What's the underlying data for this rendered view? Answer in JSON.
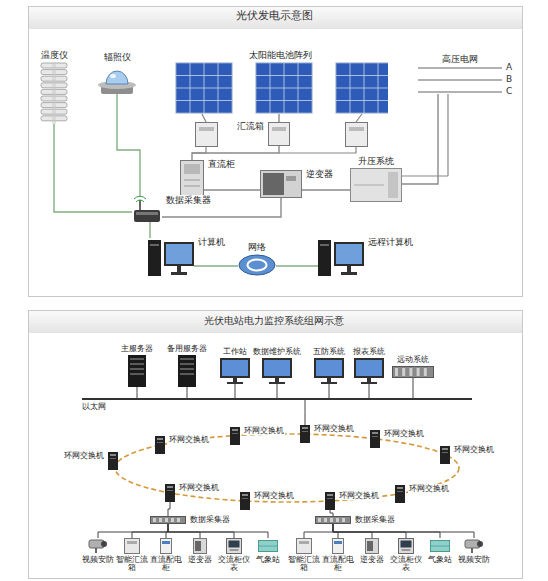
{
  "diagram": {
    "title": "光伏发电示意图",
    "nodes": [
      {
        "text": [
          "温度仪"
        ]
      },
      {
        "text": [
          "辐照仪"
        ]
      },
      {
        "text": [
          "太阳能电池阵列"
        ]
      },
      {
        "text": [
          "汇流箱"
        ]
      },
      {
        "text": [
          "直流柜"
        ]
      },
      {
        "text": [
          "逆变器"
        ]
      },
      {
        "text": [
          "升压系统"
        ]
      },
      {
        "text": [
          "高压电网"
        ]
      },
      {
        "text": [
          "数据采集器"
        ]
      },
      {
        "text": [
          "计算机"
        ]
      },
      {
        "text": [
          "网络"
        ]
      },
      {
        "text": [
          "远程计算机"
        ]
      },
      {
        "text": [
          "主服务器"
        ]
      },
      {
        "text": [
          "备用服务器"
        ]
      },
      {
        "text": [
          "工作站"
        ]
      },
      {
        "text": [
          "数据维护系统"
        ]
      },
      {
        "text": [
          "五防系统"
        ]
      },
      {
        "text": [
          "报表系统"
        ]
      },
      {
        "text": [
          "远动系统"
        ]
      },
      {
        "text": [
          "以太网"
        ]
      },
      {
        "text": [
          "环网交换机"
        ]
      },
      {
        "text": [
          "环网交换机"
        ]
      },
      {
        "text": [
          "环网交换机"
        ]
      },
      {
        "text": [
          "环网交换机"
        ]
      },
      {
        "text": [
          "环网交换机"
        ]
      },
      {
        "text": [
          "环网交换机"
        ]
      },
      {
        "text": [
          "环网交换机"
        ]
      },
      {
        "text": [
          "环网交换机"
        ]
      },
      {
        "text": [
          "环网交换机"
        ]
      },
      {
        "text": [
          "环网交换机"
        ]
      },
      {
        "text": [
          "数据采集器"
        ]
      },
      {
        "text": [
          "数据采集器"
        ]
      },
      {
        "text": [
          "视频安防"
        ]
      },
      {
        "text": [
          "智能汇流箱"
        ]
      },
      {
        "text": [
          "直流配电柜"
        ]
      },
      {
        "text": [
          "逆变器"
        ]
      },
      {
        "text": [
          "交流柜仪表"
        ]
      },
      {
        "text": [
          "气象站"
        ]
      },
      {
        "text": [
          "智能汇流箱"
        ]
      },
      {
        "text": [
          "直流配电柜"
        ]
      },
      {
        "text": [
          "逆变器"
        ]
      },
      {
        "text": [
          "交流柜仪表"
        ]
      },
      {
        "text": [
          "气象站"
        ]
      },
      {
        "text": [
          "视频安防"
        ]
      }
    ],
    "edges": [
      {
        "from": 2,
        "to": 3,
        "arrow": "none"
      },
      {
        "from": 3,
        "to": 4,
        "arrow": "none"
      },
      {
        "from": 4,
        "to": 5,
        "arrow": "none"
      },
      {
        "from": 5,
        "to": 6,
        "arrow": "none"
      },
      {
        "from": 6,
        "to": 7,
        "arrow": "none"
      },
      {
        "from": 0,
        "to": 8,
        "arrow": "none"
      },
      {
        "from": 1,
        "to": 8,
        "arrow": "none"
      },
      {
        "from": 8,
        "to": 5,
        "arrow": "none"
      },
      {
        "from": 8,
        "to": 9,
        "arrow": "none"
      },
      {
        "from": 9,
        "to": 10,
        "arrow": "none"
      },
      {
        "from": 10,
        "to": 11,
        "arrow": "none"
      },
      {
        "from": 12,
        "to": 19,
        "arrow": "none"
      },
      {
        "from": 13,
        "to": 19,
        "arrow": "none"
      },
      {
        "from": 14,
        "to": 19,
        "arrow": "none"
      },
      {
        "from": 15,
        "to": 19,
        "arrow": "none"
      },
      {
        "from": 16,
        "to": 19,
        "arrow": "none"
      },
      {
        "from": 17,
        "to": 19,
        "arrow": "none"
      },
      {
        "from": 18,
        "to": 19,
        "arrow": "none"
      },
      {
        "from": 19,
        "to": 23,
        "arrow": "none"
      },
      {
        "from": 26,
        "to": 30,
        "arrow": "none"
      },
      {
        "from": 28,
        "to": 31,
        "arrow": "none"
      },
      {
        "from": 30,
        "to": 32,
        "arrow": "none"
      },
      {
        "from": 30,
        "to": 33,
        "arrow": "none"
      },
      {
        "from": 30,
        "to": 34,
        "arrow": "none"
      },
      {
        "from": 30,
        "to": 35,
        "arrow": "none"
      },
      {
        "from": 30,
        "to": 36,
        "arrow": "none"
      },
      {
        "from": 30,
        "to": 37,
        "arrow": "none"
      },
      {
        "from": 31,
        "to": 38,
        "arrow": "none"
      },
      {
        "from": 31,
        "to": 39,
        "arrow": "none"
      },
      {
        "from": 31,
        "to": 40,
        "arrow": "none"
      },
      {
        "from": 31,
        "to": 41,
        "arrow": "none"
      },
      {
        "from": 31,
        "to": 42,
        "arrow": "none"
      },
      {
        "from": 31,
        "to": 43,
        "arrow": "none"
      }
    ],
    "labels": [
      "光伏电站电力监控系统组网示意",
      "A",
      "B",
      "C"
    ]
  }
}
